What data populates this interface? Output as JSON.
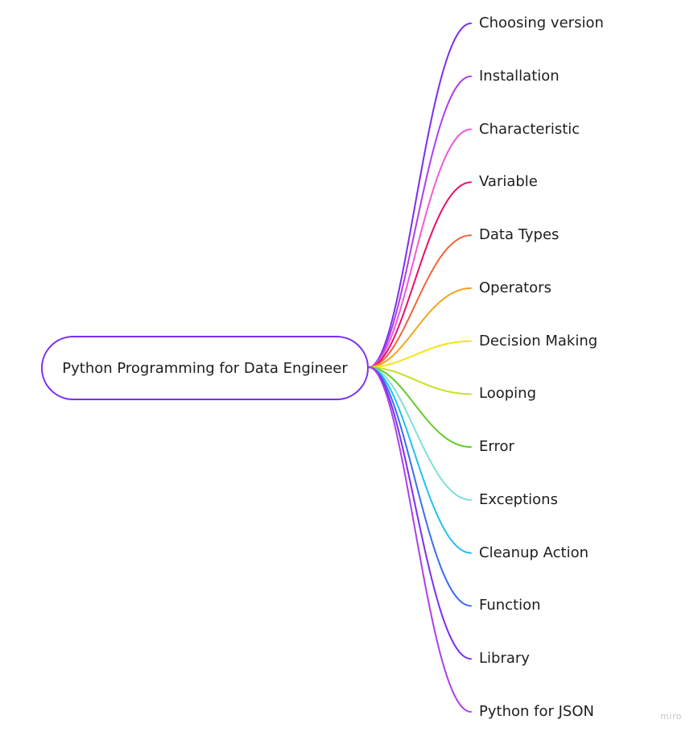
{
  "root": {
    "label": "Python Programming for Data Engineer",
    "border_color": "#7b2ff0"
  },
  "branches": [
    {
      "label": "Choosing version",
      "color": "#7b2ff0"
    },
    {
      "label": "Installation",
      "color": "#b03ee8"
    },
    {
      "label": "Characteristic",
      "color": "#ee5ad8"
    },
    {
      "label": "Variable",
      "color": "#e8106a"
    },
    {
      "label": "Data Types",
      "color": "#f0653a"
    },
    {
      "label": "Operators",
      "color": "#f2a51a"
    },
    {
      "label": "Decision Making",
      "color": "#f2e51a"
    },
    {
      "label": "Looping",
      "color": "#c8e02a"
    },
    {
      "label": "Error",
      "color": "#62cc2a"
    },
    {
      "label": "Exceptions",
      "color": "#7fe0d6"
    },
    {
      "label": "Cleanup Action",
      "color": "#1ec2ec"
    },
    {
      "label": "Function",
      "color": "#3a6ef0"
    },
    {
      "label": "Library",
      "color": "#7b2ff0"
    },
    {
      "label": "Python for JSON",
      "color": "#b03ee8"
    }
  ],
  "watermark": "miro"
}
